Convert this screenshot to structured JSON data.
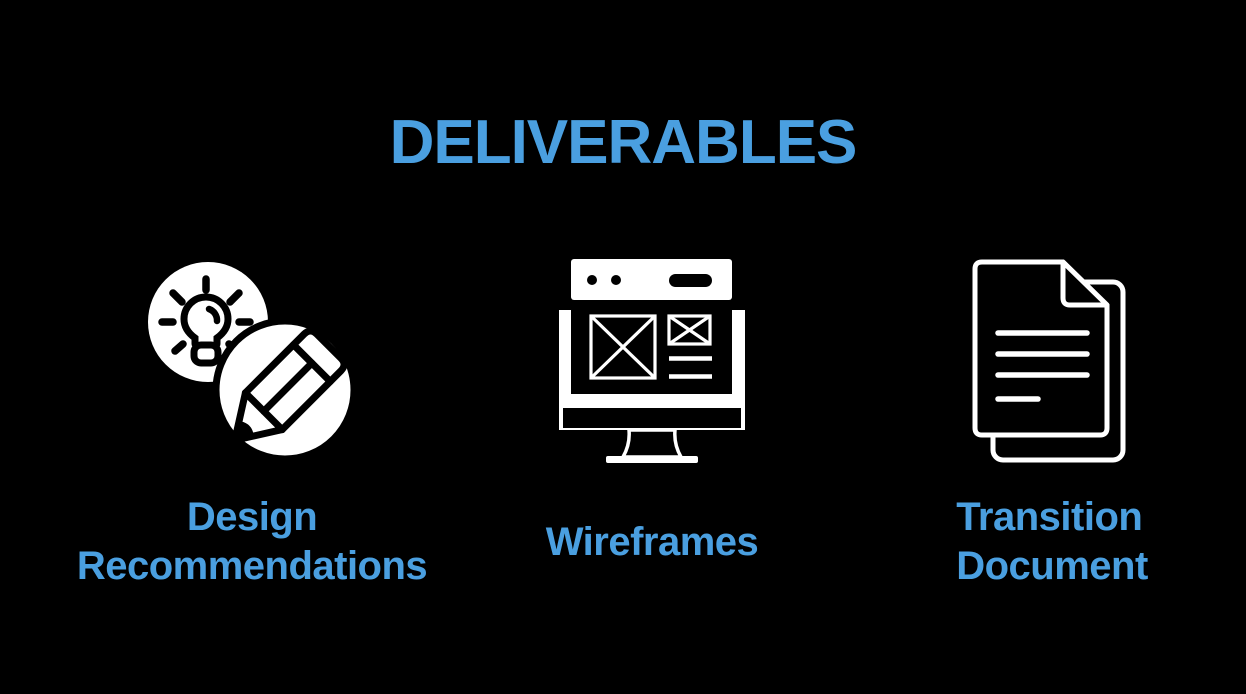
{
  "title": "DELIVERABLES",
  "colors": {
    "background": "#000000",
    "accent": "#4A9FE0",
    "icon": "#FFFFFF"
  },
  "items": [
    {
      "icon": "lightbulb-pencil-icon",
      "label": "Design\nRecommendations"
    },
    {
      "icon": "wireframe-monitor-icon",
      "label": "Wireframes"
    },
    {
      "icon": "document-stack-icon",
      "label": "Transition\nDocument"
    }
  ]
}
